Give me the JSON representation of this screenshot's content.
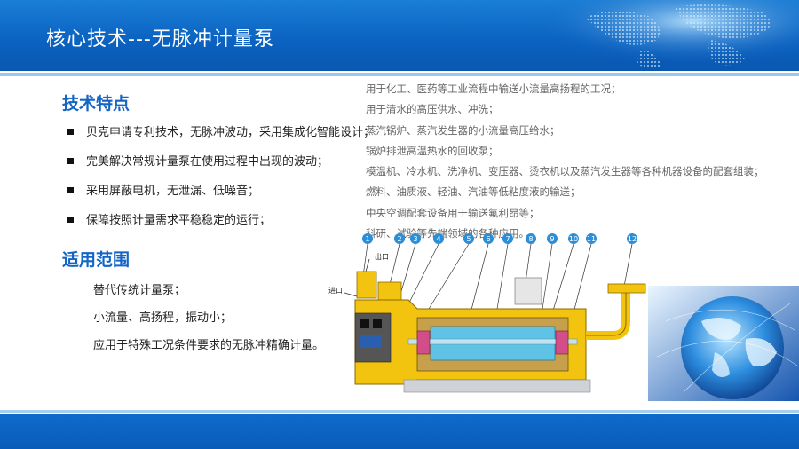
{
  "header": {
    "title": "核心技术---无脉冲计量泵"
  },
  "features": {
    "title": "技术特点",
    "items": [
      "贝克申请专利技术，无脉冲波动，采用集成化智能设计；",
      "完美解决常规计量泵在使用过程中出现的波动；",
      "采用屏蔽电机，无泄漏、低噪音；",
      "保障按照计量需求平稳稳定的运行；"
    ]
  },
  "applications": {
    "title": "适用范围",
    "items": [
      "替代传统计量泵；",
      "小流量、高扬程，振动小；",
      "应用于特殊工况条件要求的无脉冲精确计量。"
    ]
  },
  "usage_list": [
    "用于化工、医药等工业流程中输送小流量高扬程的工况；",
    "用于清水的高压供水、冲洗；",
    "蒸汽锅炉、蒸汽发生器的小流量高压给水；",
    "锅炉排泄高温热水的回收泵；",
    "模温机、冷水机、洗净机、变压器、烫衣机以及蒸汽发生器等各种机器设备的配套组装；",
    "燃料、油质液、轻油、汽油等低粘度液的输送；",
    "中央空调配套设备用于输送氟利昂等；",
    "科研、试验等先端领域的各种应用。"
  ],
  "diagram": {
    "outlet_label": "出口",
    "inlet_label": "进口",
    "callouts": [
      "1",
      "2",
      "3",
      "4",
      "5",
      "6",
      "7",
      "8",
      "9",
      "10",
      "11",
      "12"
    ]
  },
  "colors": {
    "brand_blue": "#1365c6",
    "header_blue": "#0b63c2",
    "pump_yellow": "#f3c40f",
    "pump_cyan": "#5fc3e6"
  }
}
